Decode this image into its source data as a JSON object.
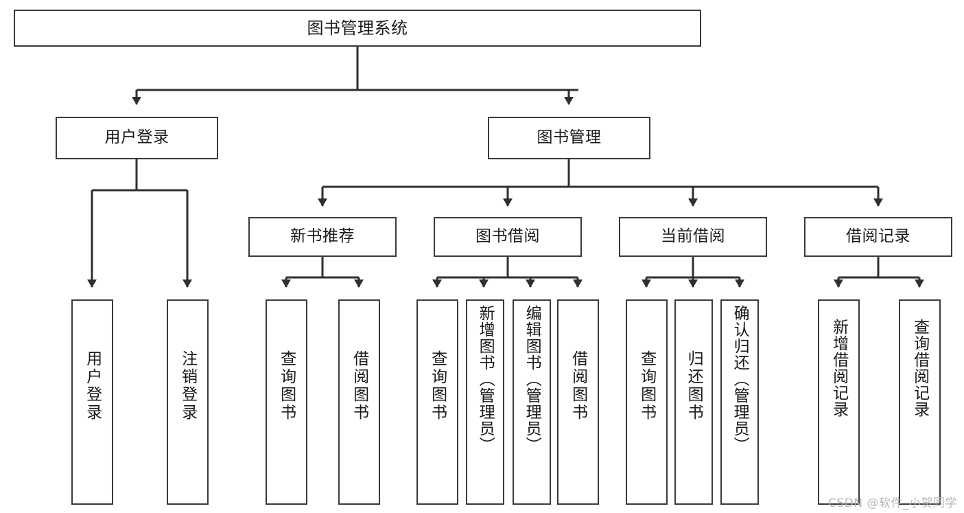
{
  "diagram": {
    "title": "图书管理系统",
    "type": "hierarchy-tree",
    "watermark": "CSDN @软件_小贺同学",
    "colors": {
      "box_border": "#3a3a3a",
      "box_fill": "#ffffff",
      "connector": "#2f2f2f",
      "text": "#1a1a1a",
      "watermark": "#b6b6b6"
    },
    "levels": {
      "level1": [
        {
          "id": "root",
          "label": "图书管理系统"
        }
      ],
      "level2": [
        {
          "id": "user-login",
          "label": "用户登录",
          "parent": "root"
        },
        {
          "id": "book-manage",
          "label": "图书管理",
          "parent": "root"
        }
      ],
      "level3": [
        {
          "id": "new-book-rec",
          "label": "新书推荐",
          "parent": "book-manage"
        },
        {
          "id": "book-borrow",
          "label": "图书借阅",
          "parent": "book-manage"
        },
        {
          "id": "current-borrow",
          "label": "当前借阅",
          "parent": "book-manage"
        },
        {
          "id": "borrow-record",
          "label": "借阅记录",
          "parent": "book-manage"
        }
      ],
      "leaves": [
        {
          "id": "leaf-user-login",
          "label": "用户登录",
          "parent": "user-login"
        },
        {
          "id": "leaf-user-logout",
          "label": "注销登录",
          "parent": "user-login"
        },
        {
          "id": "leaf-query-book-1",
          "label": "查询图书",
          "parent": "new-book-rec"
        },
        {
          "id": "leaf-borrow-book-1",
          "label": "借阅图书",
          "parent": "new-book-rec"
        },
        {
          "id": "leaf-query-book-2",
          "label": "查询图书",
          "parent": "book-borrow"
        },
        {
          "id": "leaf-add-book",
          "label": "新增图书（管理员）",
          "parent": "book-borrow"
        },
        {
          "id": "leaf-edit-book",
          "label": "编辑图书（管理员）",
          "parent": "book-borrow"
        },
        {
          "id": "leaf-borrow-book-2",
          "label": "借阅图书",
          "parent": "book-borrow"
        },
        {
          "id": "leaf-query-book-3",
          "label": "查询图书",
          "parent": "current-borrow"
        },
        {
          "id": "leaf-return-book",
          "label": "归还图书",
          "parent": "current-borrow"
        },
        {
          "id": "leaf-confirm-return",
          "label": "确认归还（管理员）",
          "parent": "current-borrow"
        },
        {
          "id": "leaf-add-record",
          "label": "新增借阅记录",
          "parent": "borrow-record"
        },
        {
          "id": "leaf-query-record",
          "label": "查询借阅记录",
          "parent": "borrow-record"
        }
      ]
    }
  }
}
